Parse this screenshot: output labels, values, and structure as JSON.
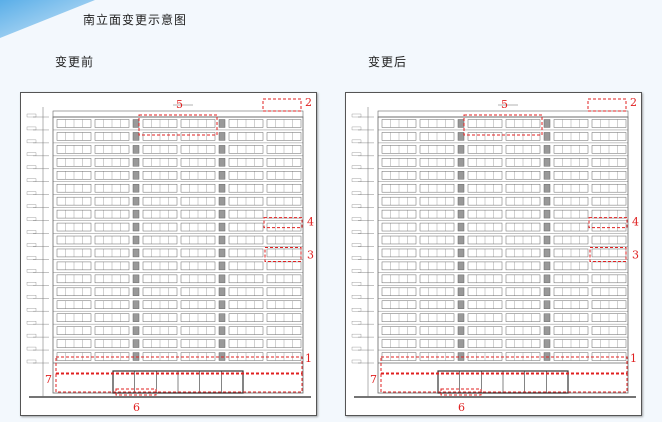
{
  "page": {
    "title": "南立面变更示意图"
  },
  "before": {
    "label": "变更前",
    "markers": [
      "1",
      "2",
      "3",
      "4",
      "5",
      "6",
      "7"
    ]
  },
  "after": {
    "label": "变更后",
    "markers": [
      "1",
      "2",
      "3",
      "4",
      "5",
      "6",
      "7"
    ]
  },
  "colors": {
    "highlight": "#e02020",
    "drawing": "#666666",
    "background": "#f3f8fd",
    "accent": "#8ec6ec"
  }
}
